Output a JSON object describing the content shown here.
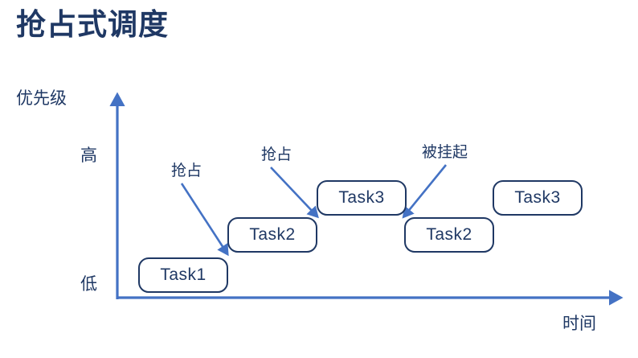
{
  "slide": {
    "title": "抢占式调度",
    "background_color": "#ffffff",
    "title_color": "#1f3864"
  },
  "chart_data": {
    "type": "diagram",
    "title": "抢占式调度",
    "xlabel": "时间",
    "ylabel": "优先级",
    "y_tick_labels": [
      "高",
      "低"
    ],
    "axis_color": "#4472c4",
    "box_border_color": "#1f3864",
    "box_fill_color": "#ffffff",
    "tasks": [
      {
        "label": "Task1",
        "priority_level": "低",
        "slot": 1
      },
      {
        "label": "Task2",
        "priority_level": "中",
        "slot": 2
      },
      {
        "label": "Task3",
        "priority_level": "高",
        "slot": 3
      },
      {
        "label": "Task2",
        "priority_level": "中",
        "slot": 4
      },
      {
        "label": "Task3",
        "priority_level": "高",
        "slot": 5
      }
    ],
    "annotations": [
      {
        "text": "抢占",
        "points_to": "Task2 (slot 2)"
      },
      {
        "text": "抢占",
        "points_to": "Task3 (slot 3)"
      },
      {
        "text": "被挂起",
        "points_to": "Task2 (slot 4)"
      }
    ]
  },
  "axes": {
    "y_title": "优先级",
    "x_title": "时间",
    "tick_high": "高",
    "tick_low": "低"
  },
  "annotations": {
    "preempt_1": "抢占",
    "preempt_2": "抢占",
    "suspend": "被挂起"
  },
  "tasks": {
    "box1": "Task1",
    "box2": "Task2",
    "box3": "Task3",
    "box4": "Task2",
    "box5": "Task3"
  }
}
